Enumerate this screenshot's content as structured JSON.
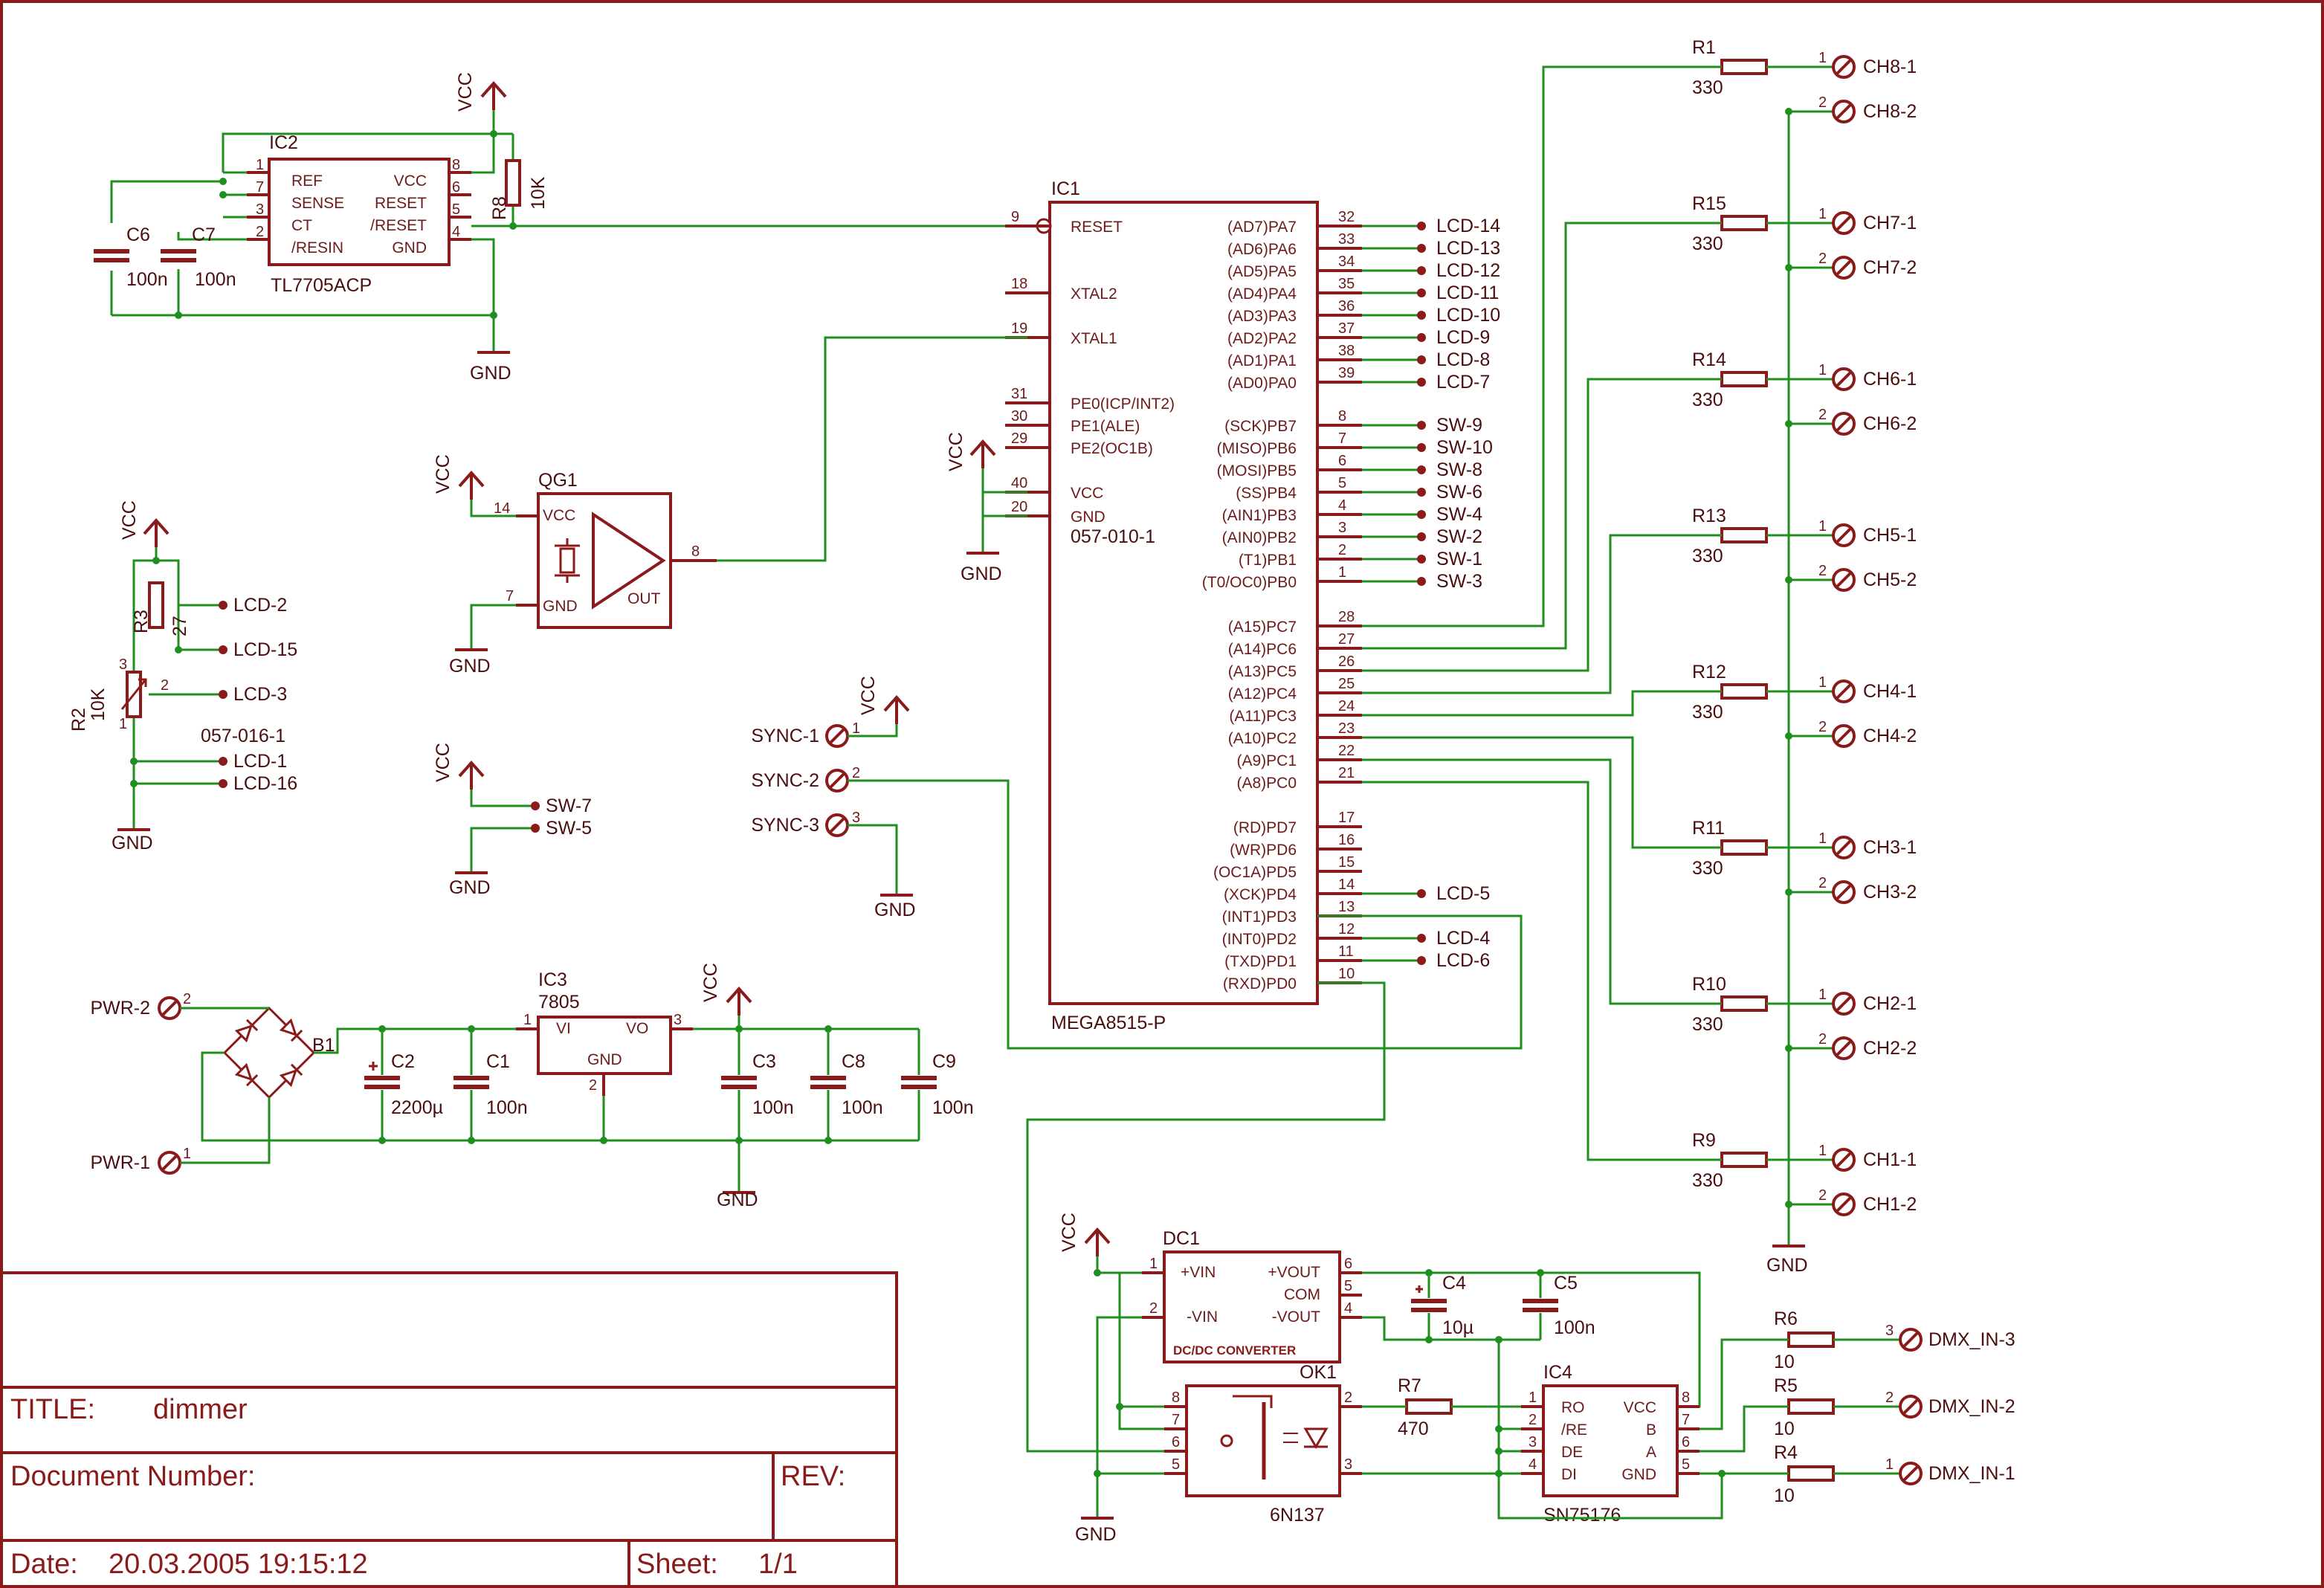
{
  "title_block": {
    "title_label": "TITLE:",
    "title_value": "dimmer",
    "doc_label": "Document Number:",
    "rev_label": "REV:",
    "date_label": "Date:",
    "date_value": "20.03.2005 19:15:12",
    "sheet_label": "Sheet:",
    "sheet_value": "1/1"
  },
  "colors": {
    "component": "#8b1a1a",
    "wire": "#1f8f1f",
    "frame": "#8b1a1a",
    "background": "#ffffff"
  },
  "ic1": {
    "ref": "IC1",
    "value": "MEGA8515-P",
    "left_pins": [
      {
        "num": "9",
        "name": "RESET"
      },
      {
        "num": "18",
        "name": "XTAL2"
      },
      {
        "num": "19",
        "name": "XTAL1"
      },
      {
        "num": "31",
        "name": "PE0(ICP/INT2)"
      },
      {
        "num": "30",
        "name": "PE1(ALE)"
      },
      {
        "num": "29",
        "name": "PE2(OC1B)"
      },
      {
        "num": "40",
        "name": "VCC"
      },
      {
        "num": "20",
        "name": "GND"
      }
    ],
    "right_pins": [
      {
        "num": "32",
        "name": "(AD7)PA7",
        "net": "LCD-14"
      },
      {
        "num": "33",
        "name": "(AD6)PA6",
        "net": "LCD-13"
      },
      {
        "num": "34",
        "name": "(AD5)PA5",
        "net": "LCD-12"
      },
      {
        "num": "35",
        "name": "(AD4)PA4",
        "net": "LCD-11"
      },
      {
        "num": "36",
        "name": "(AD3)PA3",
        "net": "LCD-10"
      },
      {
        "num": "37",
        "name": "(AD2)PA2",
        "net": "LCD-9"
      },
      {
        "num": "38",
        "name": "(AD1)PA1",
        "net": "LCD-8"
      },
      {
        "num": "39",
        "name": "(AD0)PA0",
        "net": "LCD-7"
      },
      {
        "num": "8",
        "name": "(SCK)PB7",
        "net": "SW-9"
      },
      {
        "num": "7",
        "name": "(MISO)PB6",
        "net": "SW-10"
      },
      {
        "num": "6",
        "name": "(MOSI)PB5",
        "net": "SW-8"
      },
      {
        "num": "5",
        "name": "(SS)PB4",
        "net": "SW-6"
      },
      {
        "num": "4",
        "name": "(AIN1)PB3",
        "net": "SW-4"
      },
      {
        "num": "3",
        "name": "(AIN0)PB2",
        "net": "SW-2"
      },
      {
        "num": "2",
        "name": "(T1)PB1",
        "net": "SW-1"
      },
      {
        "num": "1",
        "name": "(T0/OC0)PB0",
        "net": "SW-3"
      },
      {
        "num": "28",
        "name": "(A15)PC7",
        "net": ""
      },
      {
        "num": "27",
        "name": "(A14)PC6",
        "net": ""
      },
      {
        "num": "26",
        "name": "(A13)PC5",
        "net": ""
      },
      {
        "num": "25",
        "name": "(A12)PC4",
        "net": ""
      },
      {
        "num": "24",
        "name": "(A11)PC3",
        "net": ""
      },
      {
        "num": "23",
        "name": "(A10)PC2",
        "net": ""
      },
      {
        "num": "22",
        "name": "(A9)PC1",
        "net": ""
      },
      {
        "num": "21",
        "name": "(A8)PC0",
        "net": ""
      },
      {
        "num": "17",
        "name": "(RD)PD7",
        "net": ""
      },
      {
        "num": "16",
        "name": "(WR)PD6",
        "net": ""
      },
      {
        "num": "15",
        "name": "(OC1A)PD5",
        "net": ""
      },
      {
        "num": "14",
        "name": "(XCK)PD4",
        "net": "LCD-5"
      },
      {
        "num": "13",
        "name": "(INT1)PD3",
        "net": ""
      },
      {
        "num": "12",
        "name": "(INT0)PD2",
        "net": "LCD-4"
      },
      {
        "num": "11",
        "name": "(TXD)PD1",
        "net": "LCD-6"
      },
      {
        "num": "10",
        "name": "(RXD)PD0",
        "net": ""
      }
    ],
    "overlap_label": "057-010-1"
  },
  "ic2": {
    "ref": "IC2",
    "value": "TL7705ACP",
    "left_pins": [
      {
        "num": "1",
        "name": "REF"
      },
      {
        "num": "7",
        "name": "SENSE"
      },
      {
        "num": "3",
        "name": "CT"
      },
      {
        "num": "2",
        "name": "/RESIN"
      }
    ],
    "right_pins": [
      {
        "num": "8",
        "name": "VCC"
      },
      {
        "num": "6",
        "name": "RESET"
      },
      {
        "num": "5",
        "name": "/RESET"
      },
      {
        "num": "4",
        "name": "GND"
      }
    ]
  },
  "qg1": {
    "ref": "QG1",
    "pin_vcc": "14",
    "pin_gnd": "7",
    "pin_out": "8",
    "vcc": "VCC",
    "gnd": "GND",
    "out": "OUT"
  },
  "ic3": {
    "ref": "IC3",
    "value": "7805",
    "vi": "VI",
    "vo": "VO",
    "gnd": "GND",
    "p1": "1",
    "p2": "2",
    "p3": "3"
  },
  "ic4": {
    "ref": "IC4",
    "value": "SN75176",
    "left_pins": [
      {
        "num": "1",
        "name": "RO"
      },
      {
        "num": "2",
        "name": "/RE"
      },
      {
        "num": "3",
        "name": "DE"
      },
      {
        "num": "4",
        "name": "DI"
      }
    ],
    "right_pins": [
      {
        "num": "8",
        "name": "VCC"
      },
      {
        "num": "7",
        "name": "B"
      },
      {
        "num": "6",
        "name": "A"
      },
      {
        "num": "5",
        "name": "GND"
      }
    ]
  },
  "ok1": {
    "ref": "OK1",
    "value": "6N137",
    "pins": [
      "8",
      "7",
      "6",
      "5",
      "2",
      "3"
    ]
  },
  "dc1": {
    "ref": "DC1",
    "value": "DC/DC CONVERTER",
    "vin_p": "+VIN",
    "vin_n": "-VIN",
    "vout_p": "+VOUT",
    "com": "COM",
    "vout_n": "-VOUT",
    "pins": [
      "1",
      "2",
      "6",
      "5",
      "4"
    ]
  },
  "b1": {
    "ref": "B1"
  },
  "capacitors": [
    {
      "ref": "C6",
      "value": "100n"
    },
    {
      "ref": "C7",
      "value": "100n"
    },
    {
      "ref": "C2",
      "value": "2200µ"
    },
    {
      "ref": "C1",
      "value": "100n"
    },
    {
      "ref": "C3",
      "value": "100n"
    },
    {
      "ref": "C8",
      "value": "100n"
    },
    {
      "ref": "C9",
      "value": "100n"
    },
    {
      "ref": "C4",
      "value": "10µ"
    },
    {
      "ref": "C5",
      "value": "100n"
    }
  ],
  "resistors_misc": [
    {
      "ref": "R8",
      "value": "10K"
    },
    {
      "ref": "R3",
      "value": "27"
    },
    {
      "ref": "R2",
      "value": "10K"
    },
    {
      "ref": "R7",
      "value": "470"
    },
    {
      "ref": "R6",
      "value": "10"
    },
    {
      "ref": "R5",
      "value": "10"
    },
    {
      "ref": "R4",
      "value": "10"
    }
  ],
  "channel_resistors": [
    {
      "ref": "R1",
      "value": "330",
      "ch1": "CH8-1",
      "ch2": "CH8-2"
    },
    {
      "ref": "R15",
      "value": "330",
      "ch1": "CH7-1",
      "ch2": "CH7-2"
    },
    {
      "ref": "R14",
      "value": "330",
      "ch1": "CH6-1",
      "ch2": "CH6-2"
    },
    {
      "ref": "R13",
      "value": "330",
      "ch1": "CH5-1",
      "ch2": "CH5-2"
    },
    {
      "ref": "R12",
      "value": "330",
      "ch1": "CH4-1",
      "ch2": "CH4-2"
    },
    {
      "ref": "R11",
      "value": "330",
      "ch1": "CH3-1",
      "ch2": "CH3-2"
    },
    {
      "ref": "R10",
      "value": "330",
      "ch1": "CH2-1",
      "ch2": "CH2-2"
    },
    {
      "ref": "R9",
      "value": "330",
      "ch1": "CH1-1",
      "ch2": "CH1-2"
    }
  ],
  "connector_pins": {
    "one": "1",
    "two": "2",
    "three": "3"
  },
  "lcd_pot": {
    "nets": [
      "LCD-2",
      "LCD-15",
      "LCD-3",
      "LCD-1",
      "LCD-16"
    ],
    "label": "057-016-1",
    "pot_pins": [
      "1",
      "2",
      "3"
    ]
  },
  "sw_nets": [
    "SW-7",
    "SW-5"
  ],
  "sync": [
    {
      "name": "SYNC-1",
      "pin": "1"
    },
    {
      "name": "SYNC-2",
      "pin": "2"
    },
    {
      "name": "SYNC-3",
      "pin": "3"
    }
  ],
  "pwr": [
    {
      "name": "PWR-2",
      "pin": "2"
    },
    {
      "name": "PWR-1",
      "pin": "1"
    }
  ],
  "dmx": [
    {
      "name": "DMX_IN-3",
      "pin": "3"
    },
    {
      "name": "DMX_IN-2",
      "pin": "2"
    },
    {
      "name": "DMX_IN-1",
      "pin": "1"
    }
  ],
  "supply": {
    "vcc": "VCC",
    "gnd": "GND"
  }
}
